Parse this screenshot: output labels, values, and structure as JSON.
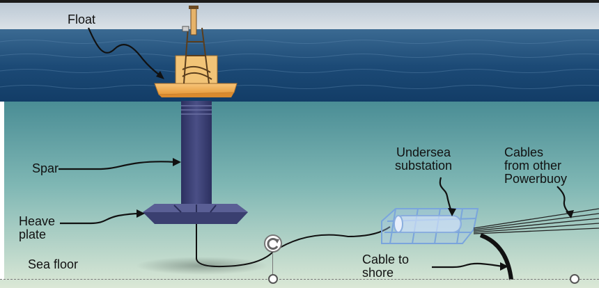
{
  "labels": {
    "float": "Float",
    "spar": "Spar",
    "heave_plate": [
      "Heave",
      "plate"
    ],
    "sea_floor": "Sea floor",
    "undersea_substation": [
      "Undersea",
      "substation"
    ],
    "cables_other": [
      "Cables",
      "from other",
      "Powerbuoy"
    ],
    "cable_to_shore": [
      "Cable to",
      "shore"
    ]
  },
  "icons": {
    "rotate": "rotate-handle-icon",
    "handles": "selection-handle-icon"
  },
  "colors": {
    "sky": "#c9d4dd",
    "sea_surface": "#1f4d78",
    "underwater": "#6aa6a8",
    "seafloor": "#d9e6d2",
    "float": "#f0b25a",
    "spar": "#3b3f6e",
    "substation": "#8fb6e8",
    "cable": "#111111"
  }
}
